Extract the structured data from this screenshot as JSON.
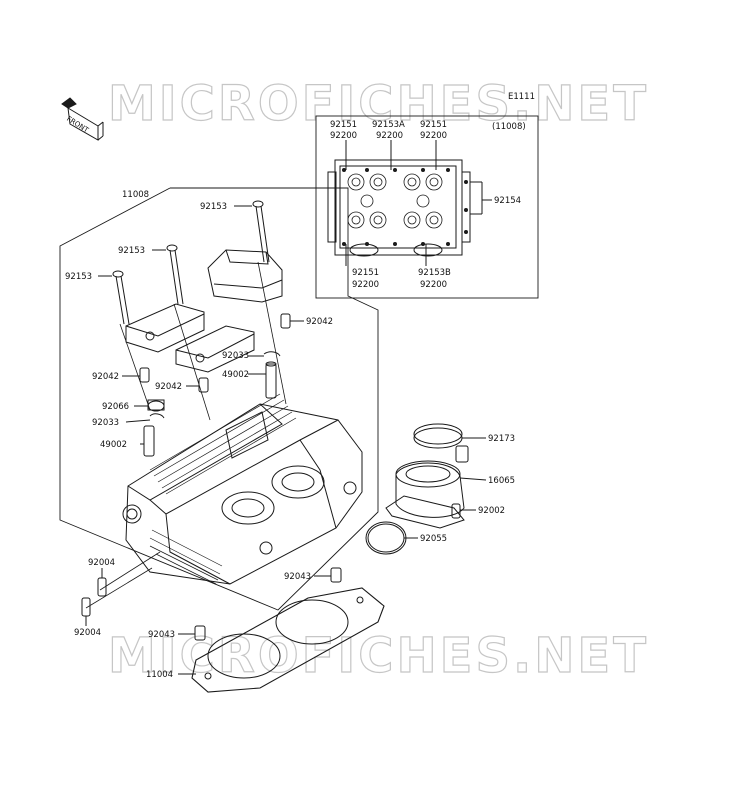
{
  "watermark": {
    "text": "MICROFICHES.NET"
  },
  "diagram_code": "E1111",
  "front_badge": "FRONT",
  "inset": {
    "ref": "(11008)",
    "top_labels": [
      {
        "a": "92151",
        "b": "92200"
      },
      {
        "a": "92153A",
        "b": "92200"
      },
      {
        "a": "92151",
        "b": "92200"
      }
    ],
    "side_label": "92154",
    "bottom_labels": [
      {
        "a": "92151",
        "b": "92200"
      },
      {
        "a": "92153B",
        "b": "92200"
      }
    ]
  },
  "parts": {
    "p11008": "11008",
    "p92153_a": "92153",
    "p92153_b": "92153",
    "p92153_c": "92153",
    "p92042_a": "92042",
    "p92033_a": "92033",
    "p49002_a": "49002",
    "p92042_b": "92042",
    "p92042_c": "92042",
    "p92066": "92066",
    "p92033_b": "92033",
    "p49002_b": "49002",
    "p92173": "92173",
    "p16065": "16065",
    "p92002": "92002",
    "p92055": "92055",
    "p92004_a": "92004",
    "p92004_b": "92004",
    "p92043_a": "92043",
    "p92043_b": "92043",
    "p11004": "11004"
  }
}
